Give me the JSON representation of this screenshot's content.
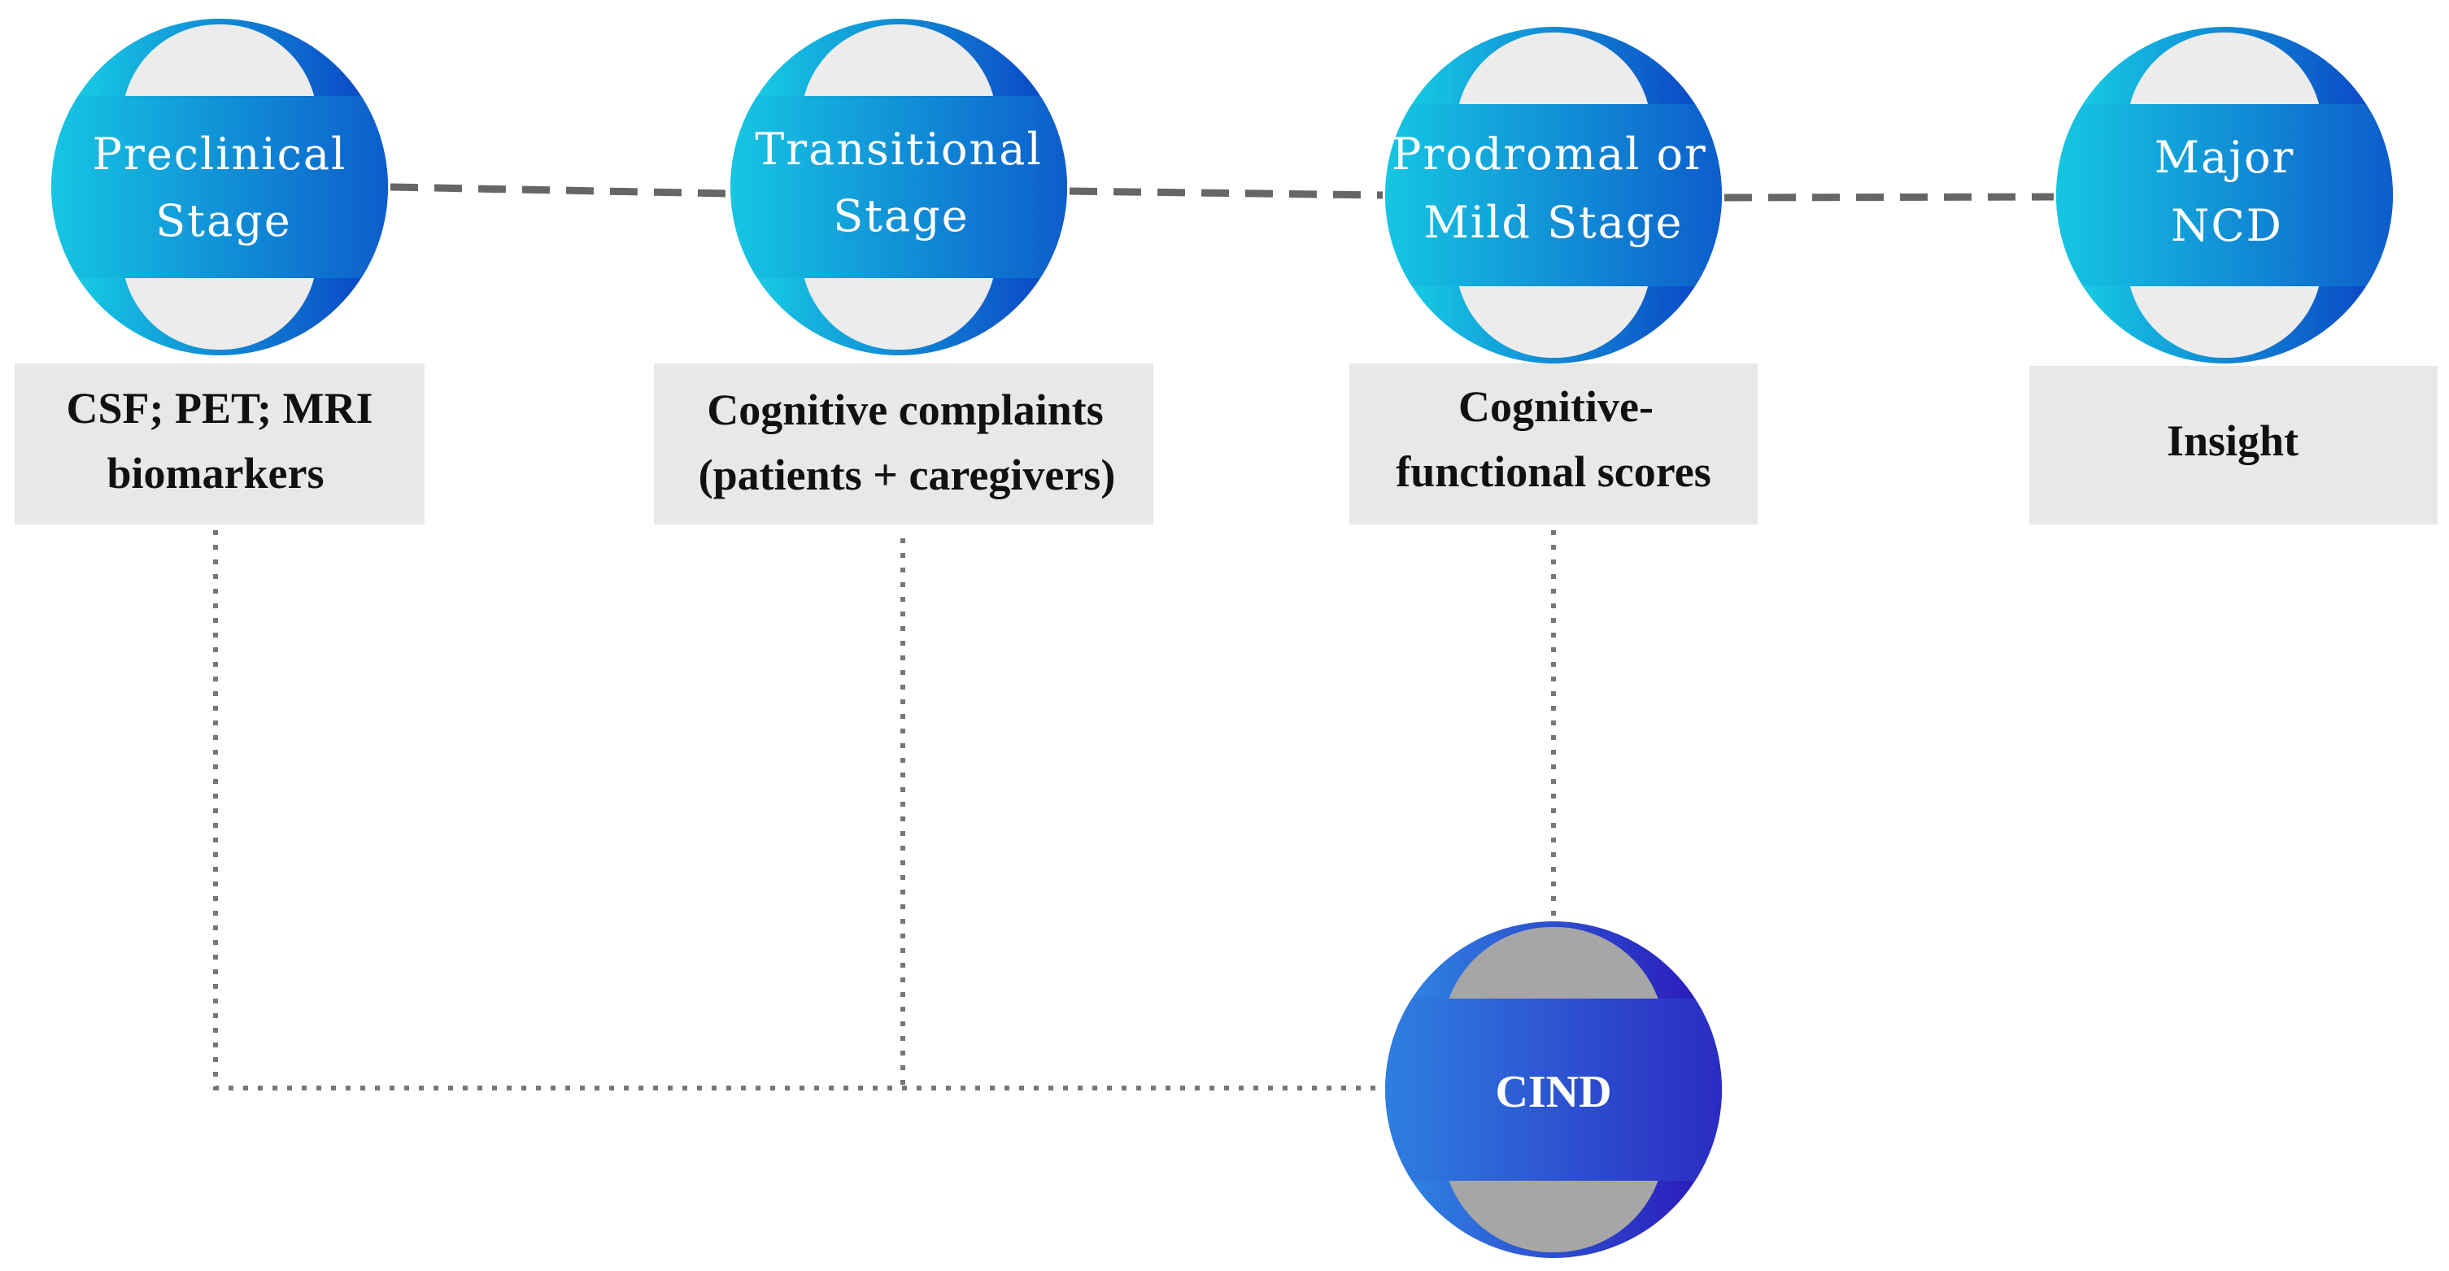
{
  "stages": [
    {
      "label_lines": [
        "Preclinical",
        "Stage"
      ],
      "box_lines": [
        "CSF; PET; MRI",
        "biomarkers"
      ]
    },
    {
      "label_lines": [
        "Transitional",
        "Stage"
      ],
      "box_lines": [
        "Cognitive complaints",
        "(patients + caregivers)"
      ]
    },
    {
      "label_lines": [
        "Prodromal or",
        "Mild Stage"
      ],
      "box_lines": [
        "Cognitive-",
        "functional scores"
      ]
    },
    {
      "label_lines": [
        "Major",
        "NCD"
      ],
      "box_lines": [
        "Insight"
      ]
    }
  ],
  "cind": {
    "label": "CIND"
  },
  "colors": {
    "stage_gradient_start": "#17d6e6",
    "stage_gradient_end": "#0a3ec4",
    "cind_gradient_start": "#2f8be6",
    "cind_gradient_end": "#2a13b8",
    "stage_band": "#ececec",
    "cind_band": "#a6a6a6",
    "box_fill": "#e8e8e8",
    "dashed_line": "#666666",
    "dotted_line": "#777777"
  }
}
